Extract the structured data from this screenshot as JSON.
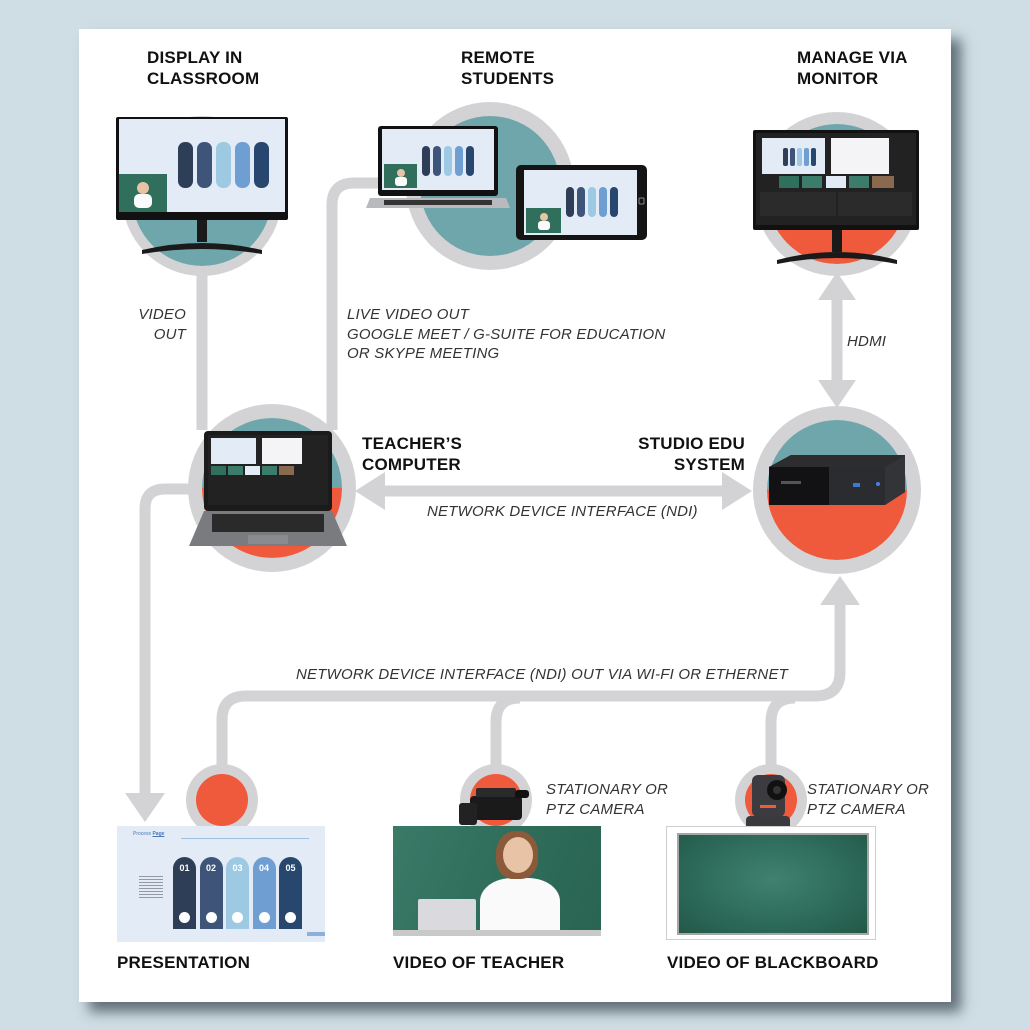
{
  "colors": {
    "background": "#cfdde4",
    "card": "#ffffff",
    "connector": "#d3d3d5",
    "teal": "#6ea6ab",
    "orange": "#f05a3c",
    "text_dark": "#111111",
    "text_note": "#333333"
  },
  "nodes": {
    "display_classroom": {
      "title_line1": "DISPLAY IN",
      "title_line2": "CLASSROOM",
      "icon": "monitor-icon"
    },
    "remote_students": {
      "title_line1": "REMOTE",
      "title_line2": "STUDENTS",
      "icon": "laptop-tablet-icon"
    },
    "manage_monitor": {
      "title_line1": "MANAGE VIA",
      "title_line2": "MONITOR",
      "icon": "monitor-icon"
    },
    "teacher_computer": {
      "title_line1": "TEACHER’S",
      "title_line2": "COMPUTER",
      "icon": "laptop-icon"
    },
    "studio_edu": {
      "title_line1": "STUDIO EDU",
      "title_line2": "SYSTEM",
      "icon": "mini-pc-icon"
    },
    "presentation": {
      "title": "PRESENTATION",
      "icon": "slide-icon"
    },
    "video_teacher": {
      "title": "VIDEO OF TEACHER",
      "icon": "camcorder-icon",
      "camera_note_line1": "STATIONARY OR",
      "camera_note_line2": "PTZ CAMERA"
    },
    "video_blackboard": {
      "title": "VIDEO OF BLACKBOARD",
      "icon": "ptz-camera-icon",
      "camera_note_line1": "STATIONARY OR",
      "camera_note_line2": "PTZ CAMERA"
    }
  },
  "connections": {
    "video_out": {
      "line1": "VIDEO",
      "line2": "OUT"
    },
    "live_video_out": {
      "line1": "LIVE VIDEO OUT",
      "line2": "GOOGLE MEET / G-SUITE FOR EDUCATION",
      "line3": "OR SKYPE MEETING"
    },
    "hdmi": {
      "label": "HDMI"
    },
    "ndi": {
      "label": "NETWORK DEVICE INTERFACE (NDI)"
    },
    "ndi_out": {
      "label": "NETWORK DEVICE INTERFACE (NDI) OUT VIA WI-FI OR ETHERNET"
    }
  },
  "slide": {
    "title_prefix": "Process ",
    "title_word": "Page",
    "steps": [
      "01",
      "02",
      "03",
      "04",
      "05"
    ],
    "step_colors": [
      "#2f3e57",
      "#3e5478",
      "#9ec9e3",
      "#6f9fd2",
      "#27476e"
    ]
  }
}
